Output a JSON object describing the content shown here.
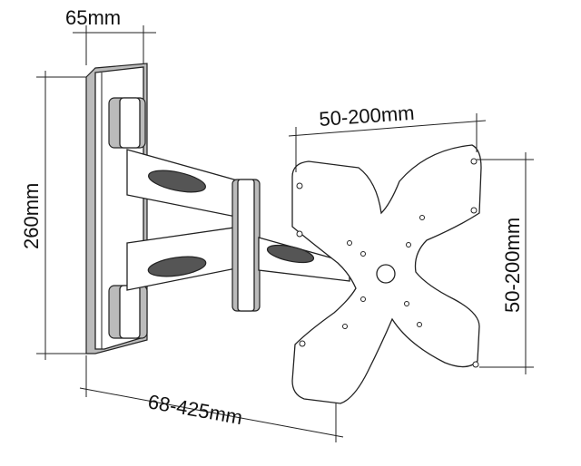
{
  "dimensions": {
    "wall_plate_depth": "65mm",
    "wall_plate_height": "260mm",
    "vesa_horizontal": "50-200mm",
    "vesa_vertical": "50-200mm",
    "extension_range": "68-425mm"
  }
}
